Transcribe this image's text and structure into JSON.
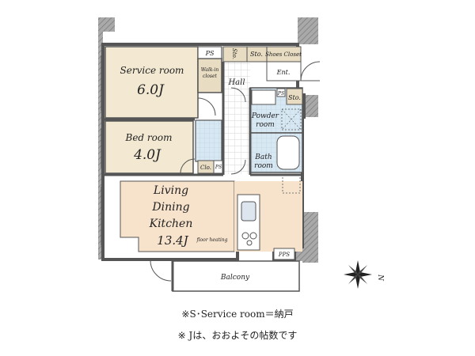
{
  "rooms": {
    "service_room": {
      "name": "Service room",
      "size": "6.0J"
    },
    "bed_room": {
      "name": "Bed room",
      "size": "4.0J"
    },
    "ldk": {
      "line1": "Living",
      "line2": "Dining",
      "line3": "Kitchen",
      "size": "13.4J",
      "note": "floor heating"
    },
    "hall": "Hall",
    "powder_room": {
      "line1": "Powder",
      "line2": "room"
    },
    "bath_room": {
      "line1": "Bath",
      "line2": "room"
    },
    "balcony": "Balcony",
    "walkin": {
      "line1": "Walk-in",
      "line2": "closet"
    },
    "ent": "Ent.",
    "shoes_closet": "Shoes Closet",
    "sto1": "Sto.",
    "sto2": "Sto.",
    "sto3": "Sto.",
    "clo": "Clo.",
    "ps1": "PS",
    "ps2": "PS",
    "ps3": "PS",
    "pps": "PPS"
  },
  "compass": {
    "label": "N"
  },
  "notes": {
    "line1": "※S･Service room＝納戸",
    "line2": "※ Jは、おおよその帖数です"
  },
  "colors": {
    "wall": "#8a8a8a",
    "wall_dark": "#6e6e6e",
    "room_fill": "#f3e9d2",
    "ldk_fill": "#f7e3cc",
    "tile": "#d6e6f2",
    "hall_fill": "#ffffff",
    "closet_fill": "#e8dcc2"
  }
}
